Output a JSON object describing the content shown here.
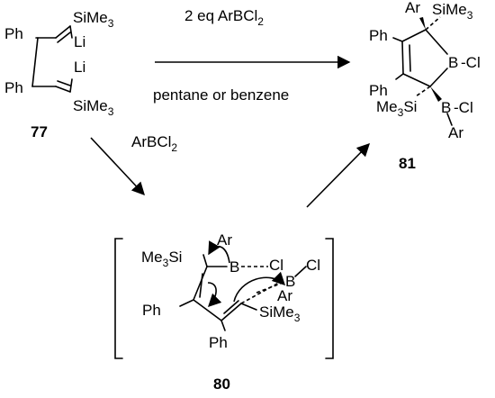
{
  "labels": {
    "ph": "Ph",
    "sime3": "SiMe",
    "me3si": "Me",
    "si": "Si",
    "three": "3",
    "li": "Li",
    "ar": "Ar",
    "b": "B",
    "cl": "Cl",
    "dash_cl": "-Cl"
  },
  "reaction": {
    "reagent_top_prefix": "2 eq ArBCl",
    "reagent_top_sub": "2",
    "solvent": "pentane or benzene",
    "reagent_side_prefix": "ArBCl",
    "reagent_side_sub": "2"
  },
  "compounds": {
    "start": "77",
    "product": "81",
    "intermediate": "80"
  }
}
